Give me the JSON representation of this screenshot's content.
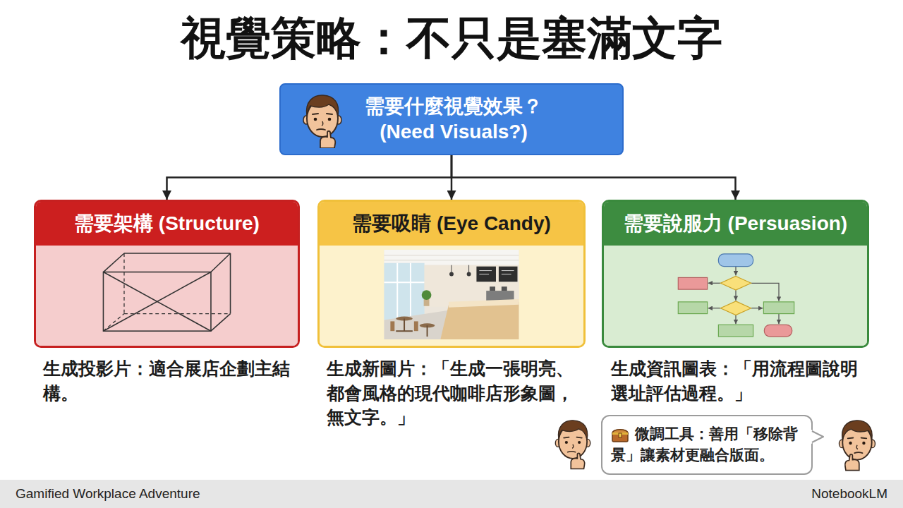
{
  "diagram": {
    "title": "視覺策略：不只是塞滿文字",
    "nodes": [
      {
        "text": [
          "需要什麼視覺效果？ (Need Visuals?)"
        ]
      },
      {
        "text": [
          "需要架構 (Structure)",
          "生成投影片：適合展店企劃主結構。"
        ]
      },
      {
        "text": [
          "需要吸睛 (Eye Candy)",
          "生成新圖片：「生成一張明亮、都會風格的現代咖啡店形象圖，無文字。」"
        ]
      },
      {
        "text": [
          "需要說服力 (Persuasion)",
          "生成資訊圖表：「用流程圖說明選址評估過程。」"
        ]
      },
      {
        "text": [
          "微調工具：善用「移除背景」讓素材更融合版面。"
        ]
      }
    ],
    "edges": [
      {
        "from": 0,
        "to": 1,
        "arrow": "to"
      },
      {
        "from": 0,
        "to": 2,
        "arrow": "to"
      },
      {
        "from": 0,
        "to": 3,
        "arrow": "to"
      }
    ],
    "labels": [
      "Gamified Workplace Adventure",
      "NotebookLM"
    ]
  }
}
